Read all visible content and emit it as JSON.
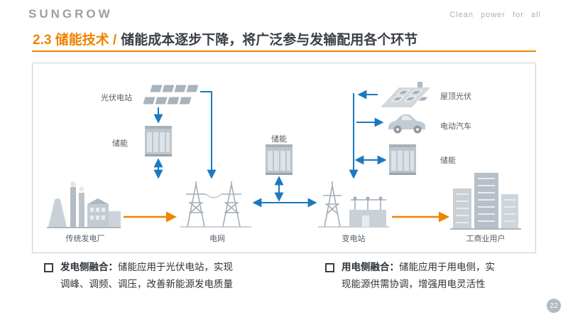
{
  "header": {
    "logo": "SUNGROW",
    "tagline": "Clean power for all"
  },
  "title": {
    "section": "2.3 储能技术 /",
    "headline": "储能成本逐步下降，将广泛参与发输配用各个环节"
  },
  "colors": {
    "accent_orange": "#F08300",
    "flow_blue": "#1B79C0",
    "icon_gray": "#C3CBD2"
  },
  "diagram": {
    "nodes": {
      "pv_station": "光伏电站",
      "storage_left": "储能",
      "traditional_plant": "传统发电厂",
      "grid": "电网",
      "storage_mid": "储能",
      "substation": "变电站",
      "rooftop_pv": "屋顶光伏",
      "ev": "电动汽车",
      "storage_right": "储能",
      "users": "工商业用户"
    }
  },
  "bullets": [
    {
      "lead": "发电侧融合：",
      "text": "储能应用于光伏电站，实现调峰、调频、调压，改善新能源发电质量"
    },
    {
      "lead": "用电侧融合：",
      "text": "储能应用于用电侧，实现能源供需协调，增强用电灵活性"
    }
  ],
  "page_number": "22"
}
